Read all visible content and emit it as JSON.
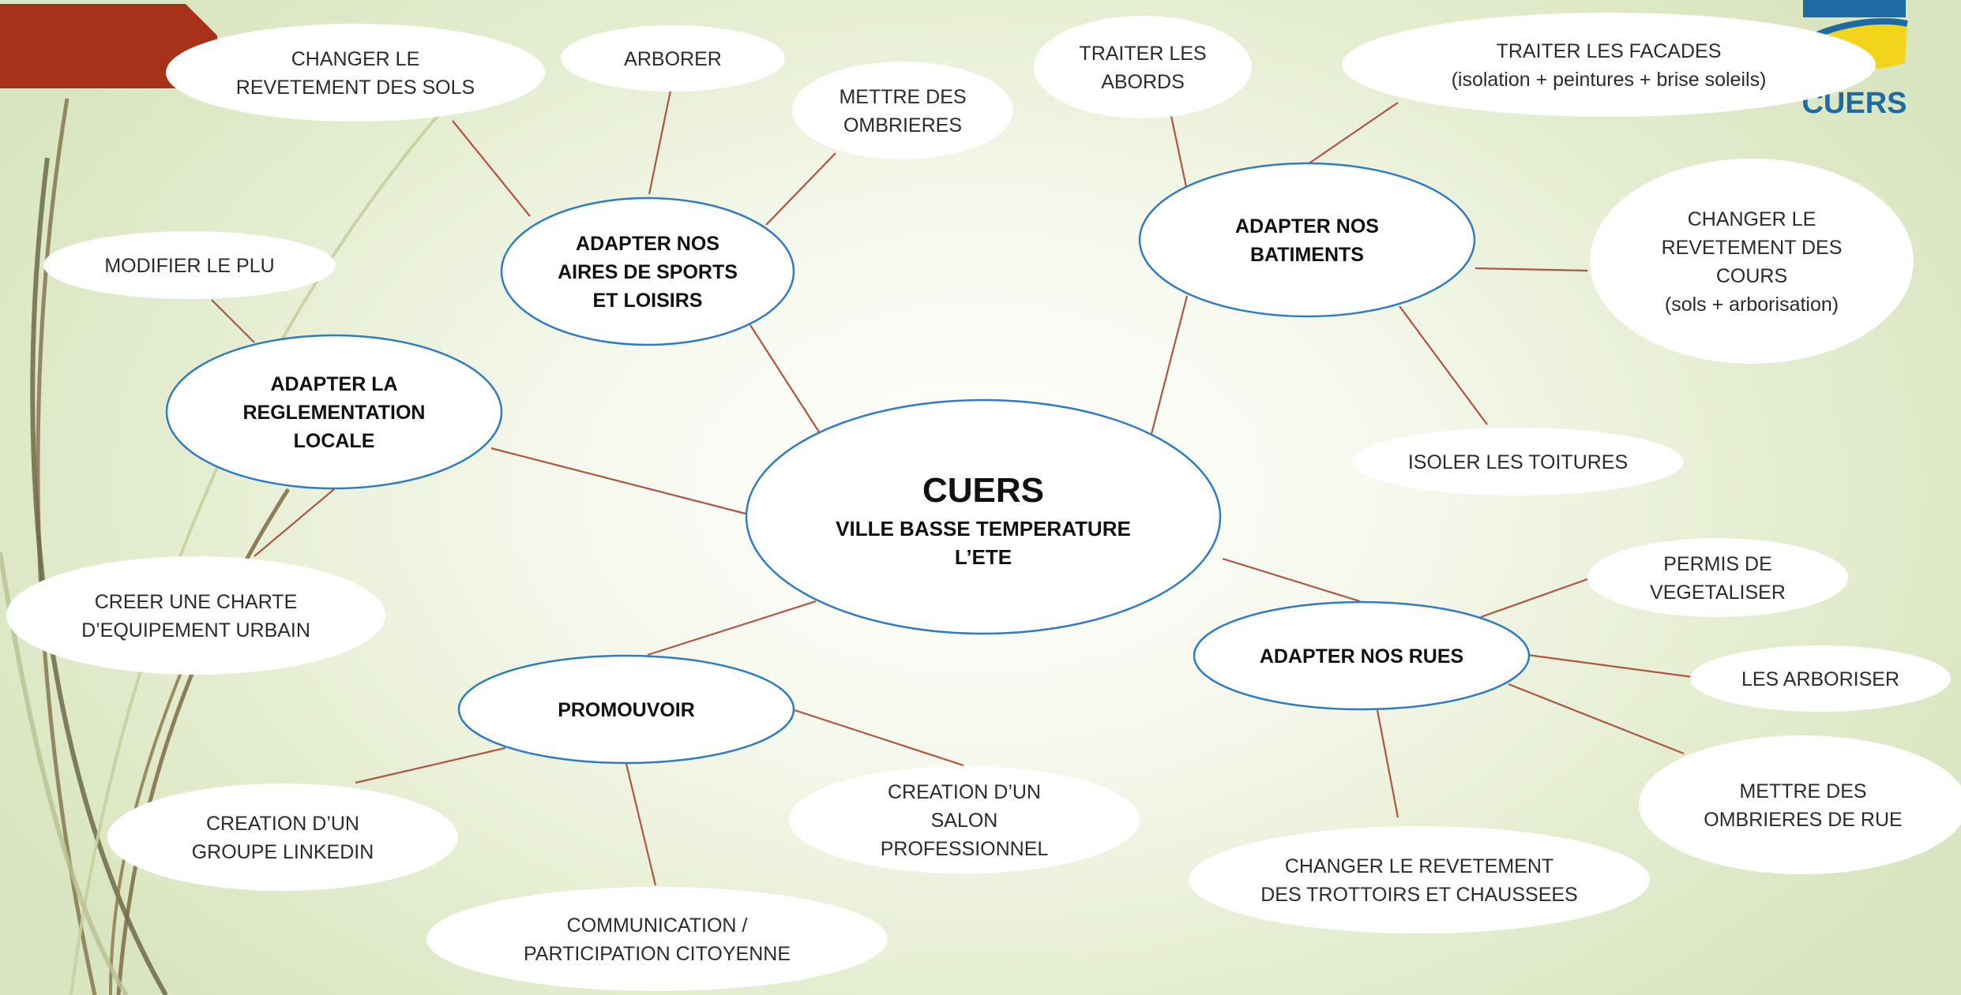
{
  "center": {
    "title": "CUERS",
    "subtitle_lines": [
      "VILLE BASSE TEMPERATURE",
      "L’ETE"
    ]
  },
  "categories": [
    {
      "id": "sports",
      "lines": [
        "ADAPTER NOS",
        "AIRES DE SPORTS",
        "ET LOISIRS"
      ]
    },
    {
      "id": "batiments",
      "lines": [
        "ADAPTER NOS",
        "BATIMENTS"
      ]
    },
    {
      "id": "reglementation",
      "lines": [
        "ADAPTER LA",
        "REGLEMENTATION",
        "LOCALE"
      ]
    },
    {
      "id": "rues",
      "lines": [
        "ADAPTER NOS RUES"
      ]
    },
    {
      "id": "promouvoir",
      "lines": [
        "PROMOUVOIR"
      ]
    }
  ],
  "leaves": [
    {
      "id": "revetement-sols",
      "parent": "sports",
      "lines": [
        "CHANGER LE",
        "REVETEMENT DES SOLS"
      ]
    },
    {
      "id": "arborer",
      "parent": "sports",
      "lines": [
        "ARBORER"
      ]
    },
    {
      "id": "ombrieres",
      "parent": "sports",
      "lines": [
        "METTRE DES",
        "OMBRIERES"
      ]
    },
    {
      "id": "abords",
      "parent": "batiments",
      "lines": [
        "TRAITER LES",
        "ABORDS"
      ]
    },
    {
      "id": "facades",
      "parent": "batiments",
      "lines": [
        "TRAITER LES FACADES",
        "(isolation + peintures + brise soleils)"
      ]
    },
    {
      "id": "cours",
      "parent": "batiments",
      "lines": [
        "CHANGER LE",
        "REVETEMENT DES",
        "COURS",
        "(sols + arborisation)"
      ]
    },
    {
      "id": "toitures",
      "parent": "batiments",
      "lines": [
        "ISOLER LES TOITURES"
      ]
    },
    {
      "id": "plu",
      "parent": "reglementation",
      "lines": [
        "MODIFIER LE PLU"
      ]
    },
    {
      "id": "charte",
      "parent": "reglementation",
      "lines": [
        "CREER UNE CHARTE",
        "D’EQUIPEMENT URBAIN"
      ]
    },
    {
      "id": "permis",
      "parent": "rues",
      "lines": [
        "PERMIS DE",
        "VEGETALISER"
      ]
    },
    {
      "id": "arboriser",
      "parent": "rues",
      "lines": [
        "LES ARBORISER"
      ]
    },
    {
      "id": "ombrieres-rue",
      "parent": "rues",
      "lines": [
        "METTRE DES",
        "OMBRIERES DE RUE"
      ]
    },
    {
      "id": "trottoirs",
      "parent": "rues",
      "lines": [
        "CHANGER LE REVETEMENT",
        "DES TROTTOIRS ET CHAUSSEES"
      ]
    },
    {
      "id": "linkedin",
      "parent": "promouvoir",
      "lines": [
        "CREATION D’UN",
        "GROUPE LINKEDIN"
      ]
    },
    {
      "id": "salon",
      "parent": "promouvoir",
      "lines": [
        "CREATION D’UN",
        "SALON",
        "PROFESSIONNEL"
      ]
    },
    {
      "id": "communication",
      "parent": "promouvoir",
      "lines": [
        "COMMUNICATION /",
        "PARTICIPATION CITOYENNE"
      ]
    }
  ],
  "logo": {
    "text": "CUERS"
  },
  "colors": {
    "ellipse_stroke": "#2f7cc4",
    "connector": "#b0553f",
    "banner": "#a8311a",
    "logo_blue": "#1f6aa5",
    "logo_yellow": "#f2d51a"
  }
}
